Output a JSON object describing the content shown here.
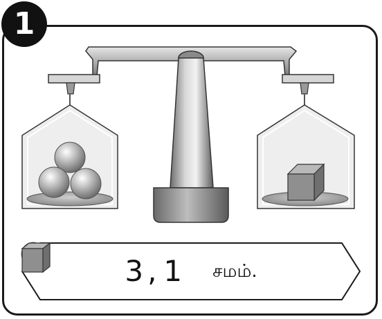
{
  "badge": {
    "number": "1"
  },
  "statement": {
    "ball_count": "3",
    "separator": ",",
    "cube_count": "1",
    "word": "சமம்."
  },
  "colors": {
    "outline": "#1a1a1a",
    "pan_fill": "#e2e2e2",
    "metal_mid": "#9a9a9a",
    "metal_dark": "#6b6b6b"
  },
  "icons": [
    "ball-icon",
    "cube-icon"
  ]
}
